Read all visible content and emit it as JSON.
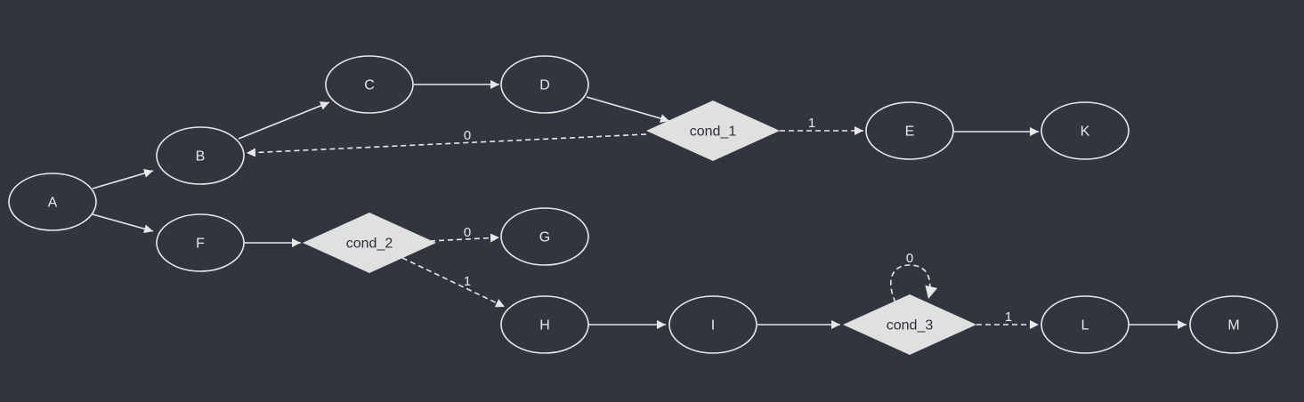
{
  "colors": {
    "background": "#303540",
    "stroke": "#e8e8e8",
    "condition_fill": "#e0e0e0",
    "text": "#e8e8e8",
    "condition_text": "#2b2f38"
  },
  "diagram": {
    "nodes": [
      {
        "id": "A",
        "label": "A",
        "shape": "ellipse"
      },
      {
        "id": "B",
        "label": "B",
        "shape": "ellipse"
      },
      {
        "id": "C",
        "label": "C",
        "shape": "ellipse"
      },
      {
        "id": "D",
        "label": "D",
        "shape": "ellipse"
      },
      {
        "id": "cond_1",
        "label": "cond_1",
        "shape": "diamond"
      },
      {
        "id": "E",
        "label": "E",
        "shape": "ellipse"
      },
      {
        "id": "K",
        "label": "K",
        "shape": "ellipse"
      },
      {
        "id": "F",
        "label": "F",
        "shape": "ellipse"
      },
      {
        "id": "cond_2",
        "label": "cond_2",
        "shape": "diamond"
      },
      {
        "id": "G",
        "label": "G",
        "shape": "ellipse"
      },
      {
        "id": "H",
        "label": "H",
        "shape": "ellipse"
      },
      {
        "id": "I",
        "label": "I",
        "shape": "ellipse"
      },
      {
        "id": "cond_3",
        "label": "cond_3",
        "shape": "diamond"
      },
      {
        "id": "L",
        "label": "L",
        "shape": "ellipse"
      },
      {
        "id": "M",
        "label": "M",
        "shape": "ellipse"
      }
    ],
    "edges": [
      {
        "id": "A-B",
        "from": "A",
        "to": "B",
        "label": "",
        "dashed": false
      },
      {
        "id": "A-F",
        "from": "A",
        "to": "F",
        "label": "",
        "dashed": false
      },
      {
        "id": "B-C",
        "from": "B",
        "to": "C",
        "label": "",
        "dashed": false
      },
      {
        "id": "C-D",
        "from": "C",
        "to": "D",
        "label": "",
        "dashed": false
      },
      {
        "id": "D-cond_1",
        "from": "D",
        "to": "cond_1",
        "label": "",
        "dashed": false
      },
      {
        "id": "cond_1-B",
        "from": "cond_1",
        "to": "B",
        "label": "0",
        "dashed": true
      },
      {
        "id": "cond_1-E",
        "from": "cond_1",
        "to": "E",
        "label": "1",
        "dashed": true
      },
      {
        "id": "E-K",
        "from": "E",
        "to": "K",
        "label": "",
        "dashed": false
      },
      {
        "id": "F-cond_2",
        "from": "F",
        "to": "cond_2",
        "label": "",
        "dashed": false
      },
      {
        "id": "cond_2-G",
        "from": "cond_2",
        "to": "G",
        "label": "0",
        "dashed": true
      },
      {
        "id": "cond_2-H",
        "from": "cond_2",
        "to": "H",
        "label": "1",
        "dashed": true
      },
      {
        "id": "H-I",
        "from": "H",
        "to": "I",
        "label": "",
        "dashed": false
      },
      {
        "id": "I-cond_3",
        "from": "I",
        "to": "cond_3",
        "label": "",
        "dashed": false
      },
      {
        "id": "cond_3-cond_3",
        "from": "cond_3",
        "to": "cond_3",
        "label": "0",
        "dashed": true
      },
      {
        "id": "cond_3-L",
        "from": "cond_3",
        "to": "L",
        "label": "1",
        "dashed": true
      },
      {
        "id": "L-M",
        "from": "L",
        "to": "M",
        "label": "",
        "dashed": false
      }
    ]
  }
}
